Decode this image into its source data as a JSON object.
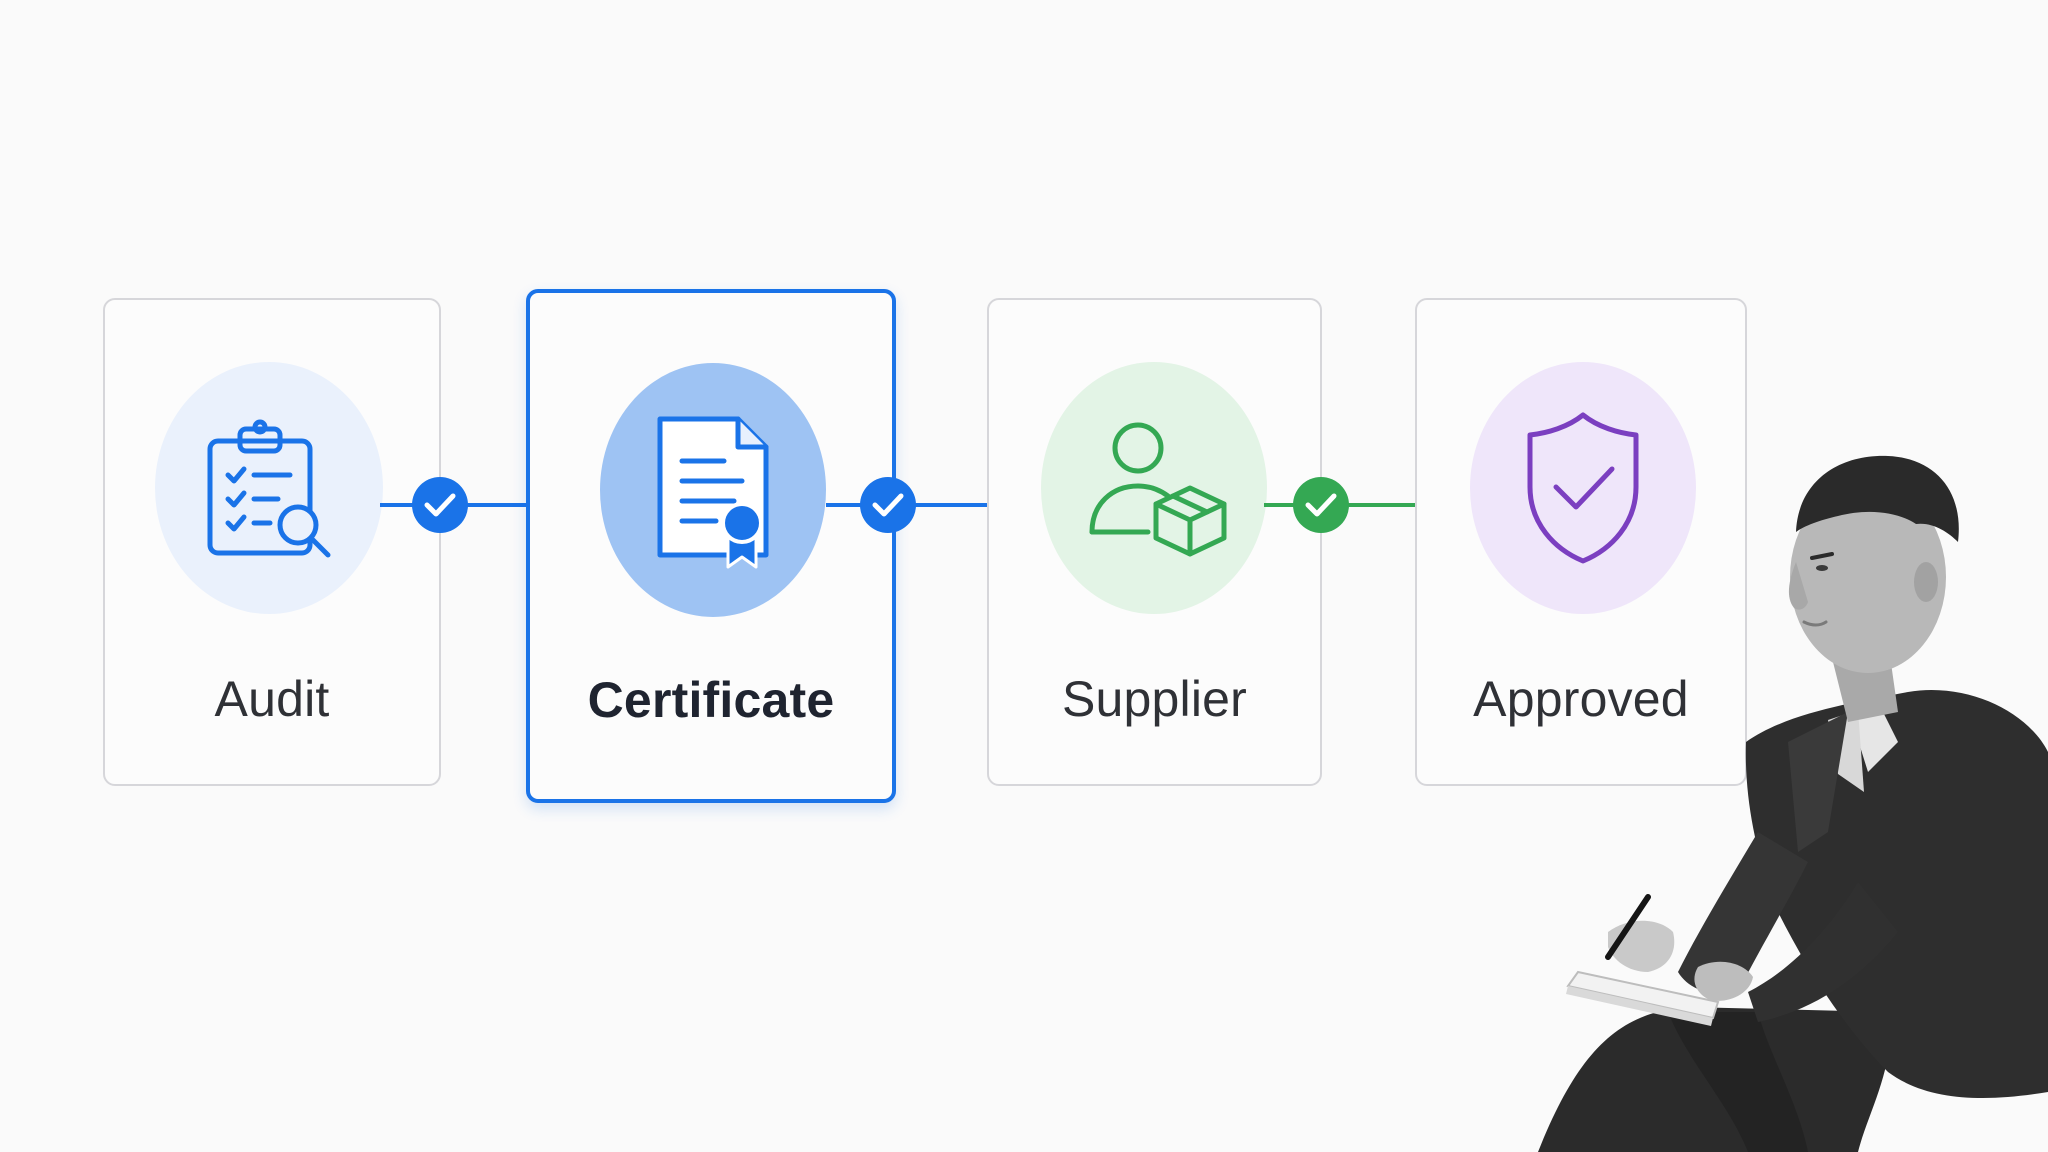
{
  "steps": [
    {
      "label": "Audit",
      "icon": "clipboard-checklist-search-icon",
      "state": "done"
    },
    {
      "label": "Certificate",
      "icon": "certificate-ribbon-icon",
      "state": "current"
    },
    {
      "label": "Supplier",
      "icon": "person-package-icon",
      "state": "done"
    },
    {
      "label": "Approved",
      "icon": "shield-check-icon",
      "state": "done"
    }
  ],
  "colors": {
    "blue": "#1a73e8",
    "blue_light_bg": "#eaf1fc",
    "blue_active_bg": "#9ec3f3",
    "green": "#34a853",
    "green_bg": "#e3f4e6",
    "purple": "#7b3fc0",
    "purple_bg": "#efe6fa"
  }
}
